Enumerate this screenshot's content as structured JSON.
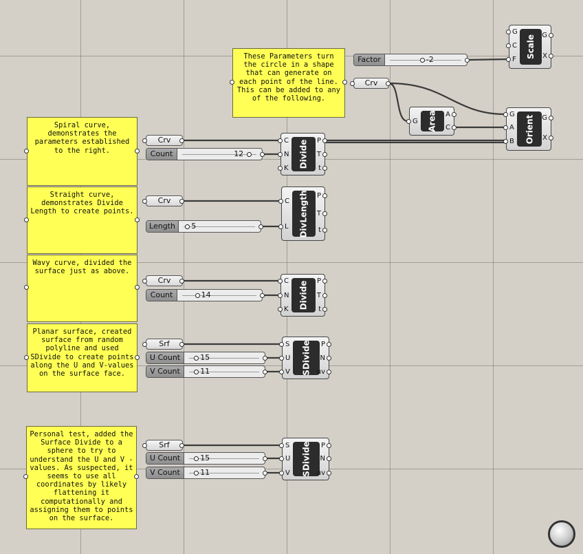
{
  "panels": {
    "intro": "These Parameters turn the circle in a shape that can generate on each point of the line. This can be added to any of the following.",
    "spiral": "Spiral curve, demonstrates the parameters established to the right.",
    "straight": "Straight curve, demonstrates Divide Length to create points.",
    "wavy": "Wavy curve, divided the surface just as above.",
    "planar": "Planar surface, created surface from random polyline and used SDivide to create points along the U and V-values on the surface face.",
    "personal": "Personal test, added the Surface Divide to a sphere to try to understand the U and V -values. As suspected, it seems to use all coordinates by likely flattening it computationally and assigning them to points on the surface."
  },
  "params": {
    "crv": "Crv",
    "srf": "Srf"
  },
  "sliders": {
    "factor": {
      "label": "Factor",
      "value": "-2",
      "fraction": 0.45
    },
    "count1": {
      "label": "Count",
      "value": "12",
      "fraction": 0.9
    },
    "length": {
      "label": "Length",
      "value": "5",
      "fraction": 0.05
    },
    "count2": {
      "label": "Count",
      "value": "14",
      "fraction": 0.2
    },
    "ucount1": {
      "label": "U Count",
      "value": "15",
      "fraction": 0.1
    },
    "vcount1": {
      "label": "V Count",
      "value": "11",
      "fraction": 0.1
    },
    "ucount2": {
      "label": "U Count",
      "value": "15",
      "fraction": 0.1
    },
    "vcount2": {
      "label": "V Count",
      "value": "11",
      "fraction": 0.1
    }
  },
  "components": {
    "scale": {
      "name": "Scale",
      "inputs": [
        "G",
        "C",
        "F"
      ],
      "outputs": [
        "G",
        "X"
      ]
    },
    "area": {
      "name": "Area",
      "inputs": [
        "G"
      ],
      "outputs": [
        "A",
        "C"
      ]
    },
    "orient": {
      "name": "Orient",
      "inputs": [
        "G",
        "A",
        "B"
      ],
      "outputs": [
        "G",
        "X"
      ]
    },
    "divide1": {
      "name": "Divide",
      "inputs": [
        "C",
        "N",
        "K"
      ],
      "outputs": [
        "P",
        "T",
        "t"
      ]
    },
    "divlength": {
      "name": "DivLength",
      "inputs": [
        "C",
        "L"
      ],
      "outputs": [
        "P",
        "T",
        "t"
      ]
    },
    "divide2": {
      "name": "Divide",
      "inputs": [
        "C",
        "N",
        "K"
      ],
      "outputs": [
        "P",
        "T",
        "t"
      ]
    },
    "sdivide1": {
      "name": "SDivide",
      "inputs": [
        "S",
        "U",
        "V"
      ],
      "outputs": [
        "P",
        "N",
        "uv"
      ]
    },
    "sdivide2": {
      "name": "SDivide",
      "inputs": [
        "S",
        "U",
        "V"
      ],
      "outputs": [
        "P",
        "N",
        "uv"
      ]
    }
  }
}
